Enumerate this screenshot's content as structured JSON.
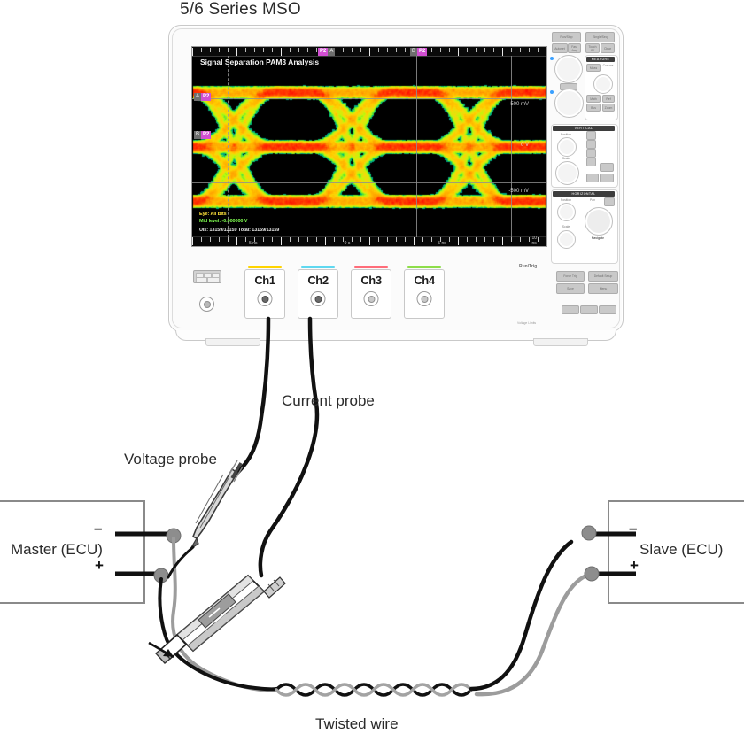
{
  "title": "5/6 Series MSO",
  "instrument": {
    "display": {
      "overlay_title": "Signal Separation PAM3 Analysis",
      "cursor_badges": [
        {
          "label": "A",
          "source": "P2",
          "position": "top"
        },
        {
          "label": "B",
          "source": "P2",
          "position": "top"
        },
        {
          "label": "A",
          "source": "P2",
          "position": "left"
        },
        {
          "label": "B",
          "source": "P2",
          "position": "left"
        }
      ],
      "vertical_labels": [
        "500 mV",
        "0 V",
        "-500 mV"
      ],
      "time_labels": [
        "-5 ns",
        "0 s",
        "5 ns",
        "10 ns"
      ],
      "status_lines": [
        "Eye: All Bits",
        "Mid level:  -0.000000 V",
        "UIs:  13159/13159   Total:  13159/13159"
      ],
      "colors": {
        "eye_hot": "#ff3c00",
        "eye_mid": "#ff9e00",
        "eye_warm": "#ffd200",
        "eye_cool": "#6aff3c",
        "eye_edge": "#00d0a0",
        "background": "#000000",
        "cursor_badge": "#d24fd2"
      }
    },
    "channels": [
      {
        "label": "Ch1",
        "color": "#ffd400",
        "connected": true
      },
      {
        "label": "Ch2",
        "color": "#5fd8f0",
        "connected": true
      },
      {
        "label": "Ch3",
        "color": "#ff6d7a",
        "connected": false
      },
      {
        "label": "Ch4",
        "color": "#8ede4a",
        "connected": false
      }
    ],
    "controls": {
      "top_buttons": [
        "Run/Stop",
        "Single/Seq"
      ],
      "second_row": [
        "Autoset",
        "Fast Acq",
        "Touch Off",
        "Clear"
      ],
      "measure_header": "MEASURE",
      "measure_buttons": [
        "Meas",
        "Math",
        "Bus",
        "Ref",
        "Cursors"
      ],
      "vertical_header": "VERTICAL",
      "horizontal_header": "HORIZONTAL",
      "knob_labels": [
        "Position",
        "Scale",
        "Fine",
        "Zoom",
        "Pan",
        "Navigate"
      ],
      "run_trig_label": "Run/Trig",
      "bottom_buttons": [
        "Force Trig",
        "Default Setup",
        "Save",
        "Menu"
      ],
      "warning_text": "Voltage  Limits"
    }
  },
  "diagram": {
    "master": {
      "name": "Master (ECU)",
      "terminal_neg": "–",
      "terminal_pos": "+"
    },
    "slave": {
      "name": "Slave (ECU)",
      "terminal_neg": "–",
      "terminal_pos": "+"
    },
    "labels": {
      "current_probe": "Current probe",
      "voltage_probe": "Voltage probe",
      "twisted_wire": "Twisted wire"
    }
  }
}
